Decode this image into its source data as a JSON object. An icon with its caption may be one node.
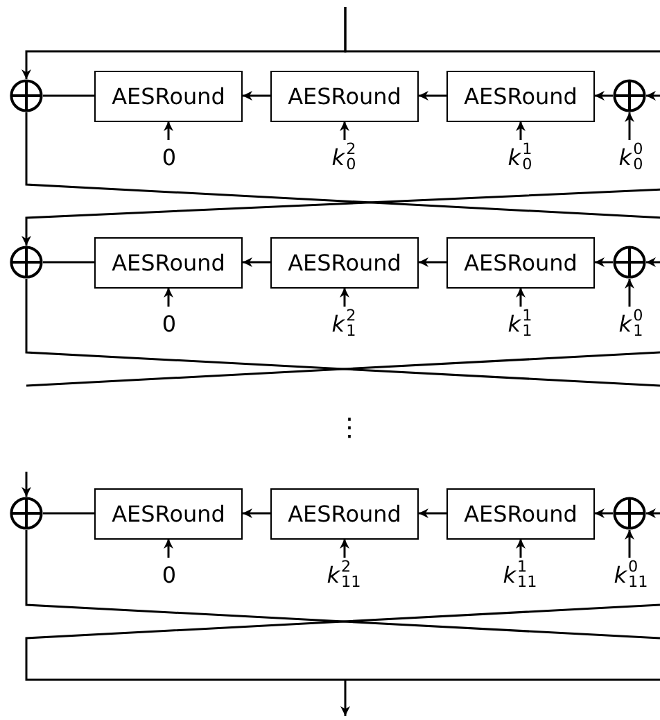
{
  "diagram": {
    "nodes": [
      {
        "text": [],
        "shape": "circle"
      },
      {
        "text": [
          "AESRound"
        ]
      },
      {
        "text": [
          "AESRound"
        ]
      },
      {
        "text": [
          "AESRound"
        ]
      },
      {
        "text": [],
        "shape": "circle"
      },
      {
        "text": [
          "0"
        ]
      },
      {
        "text": [
          "*k*$^{2}$$_{0}$"
        ]
      },
      {
        "text": [
          "*k*$^{1}$$_{0}$"
        ]
      },
      {
        "text": [
          "*k*$^{0}$$_{0}$"
        ]
      },
      {
        "text": [],
        "shape": "circle"
      },
      {
        "text": [
          "AESRound"
        ]
      },
      {
        "text": [
          "AESRound"
        ]
      },
      {
        "text": [
          "AESRound"
        ]
      },
      {
        "text": [],
        "shape": "circle"
      },
      {
        "text": [
          "0"
        ]
      },
      {
        "text": [
          "*k*$^{2}$$_{1}$"
        ]
      },
      {
        "text": [
          "*k*$^{1}$$_{1}$"
        ]
      },
      {
        "text": [
          "*k*$^{0}$$_{1}$"
        ]
      },
      {
        "text": [],
        "shape": "circle"
      },
      {
        "text": [
          "AESRound"
        ]
      },
      {
        "text": [
          "AESRound"
        ]
      },
      {
        "text": [
          "AESRound"
        ]
      },
      {
        "text": [],
        "shape": "circle"
      },
      {
        "text": [
          "0"
        ]
      },
      {
        "text": [
          "*k*$^{2}$$_{11}$"
        ]
      },
      {
        "text": [
          "*k*$^{1}$$_{11}$"
        ]
      },
      {
        "text": [
          "*k*$^{0}$$_{11}$"
        ]
      }
    ],
    "edges": [
      {
        "from": null,
        "to": 0,
        "arrow": "to"
      },
      {
        "from": null,
        "to": 4,
        "arrow": "to"
      },
      {
        "from": 4,
        "to": 3,
        "arrow": "to"
      },
      {
        "from": 3,
        "to": 2,
        "arrow": "to"
      },
      {
        "from": 2,
        "to": 1,
        "arrow": "to"
      },
      {
        "from": 1,
        "to": 0,
        "arrow": "none"
      },
      {
        "from": 5,
        "to": 1,
        "arrow": "to"
      },
      {
        "from": 6,
        "to": 2,
        "arrow": "to"
      },
      {
        "from": 7,
        "to": 3,
        "arrow": "to"
      },
      {
        "from": 8,
        "to": 4,
        "arrow": "to"
      },
      {
        "from": 0,
        "to": null,
        "arrow": "none"
      },
      {
        "from": null,
        "to": 9,
        "arrow": "to"
      },
      {
        "from": null,
        "to": 13,
        "arrow": "to"
      },
      {
        "from": 13,
        "to": 12,
        "arrow": "to"
      },
      {
        "from": 12,
        "to": 11,
        "arrow": "to"
      },
      {
        "from": 11,
        "to": 10,
        "arrow": "to"
      },
      {
        "from": 10,
        "to": 9,
        "arrow": "none"
      },
      {
        "from": 14,
        "to": 10,
        "arrow": "to"
      },
      {
        "from": 15,
        "to": 11,
        "arrow": "to"
      },
      {
        "from": 16,
        "to": 12,
        "arrow": "to"
      },
      {
        "from": 17,
        "to": 13,
        "arrow": "to"
      },
      {
        "from": 9,
        "to": null,
        "arrow": "none"
      },
      {
        "from": null,
        "to": 18,
        "arrow": "to"
      },
      {
        "from": null,
        "to": 22,
        "arrow": "to"
      },
      {
        "from": 22,
        "to": 21,
        "arrow": "to"
      },
      {
        "from": 21,
        "to": 20,
        "arrow": "to"
      },
      {
        "from": 20,
        "to": 19,
        "arrow": "to"
      },
      {
        "from": 19,
        "to": 18,
        "arrow": "none"
      },
      {
        "from": 23,
        "to": 19,
        "arrow": "to"
      },
      {
        "from": 24,
        "to": 20,
        "arrow": "to"
      },
      {
        "from": 25,
        "to": 21,
        "arrow": "to"
      },
      {
        "from": 26,
        "to": 22,
        "arrow": "to"
      },
      {
        "from": 18,
        "to": null,
        "arrow": "none"
      }
    ],
    "labels": [
      "⋮"
    ]
  }
}
